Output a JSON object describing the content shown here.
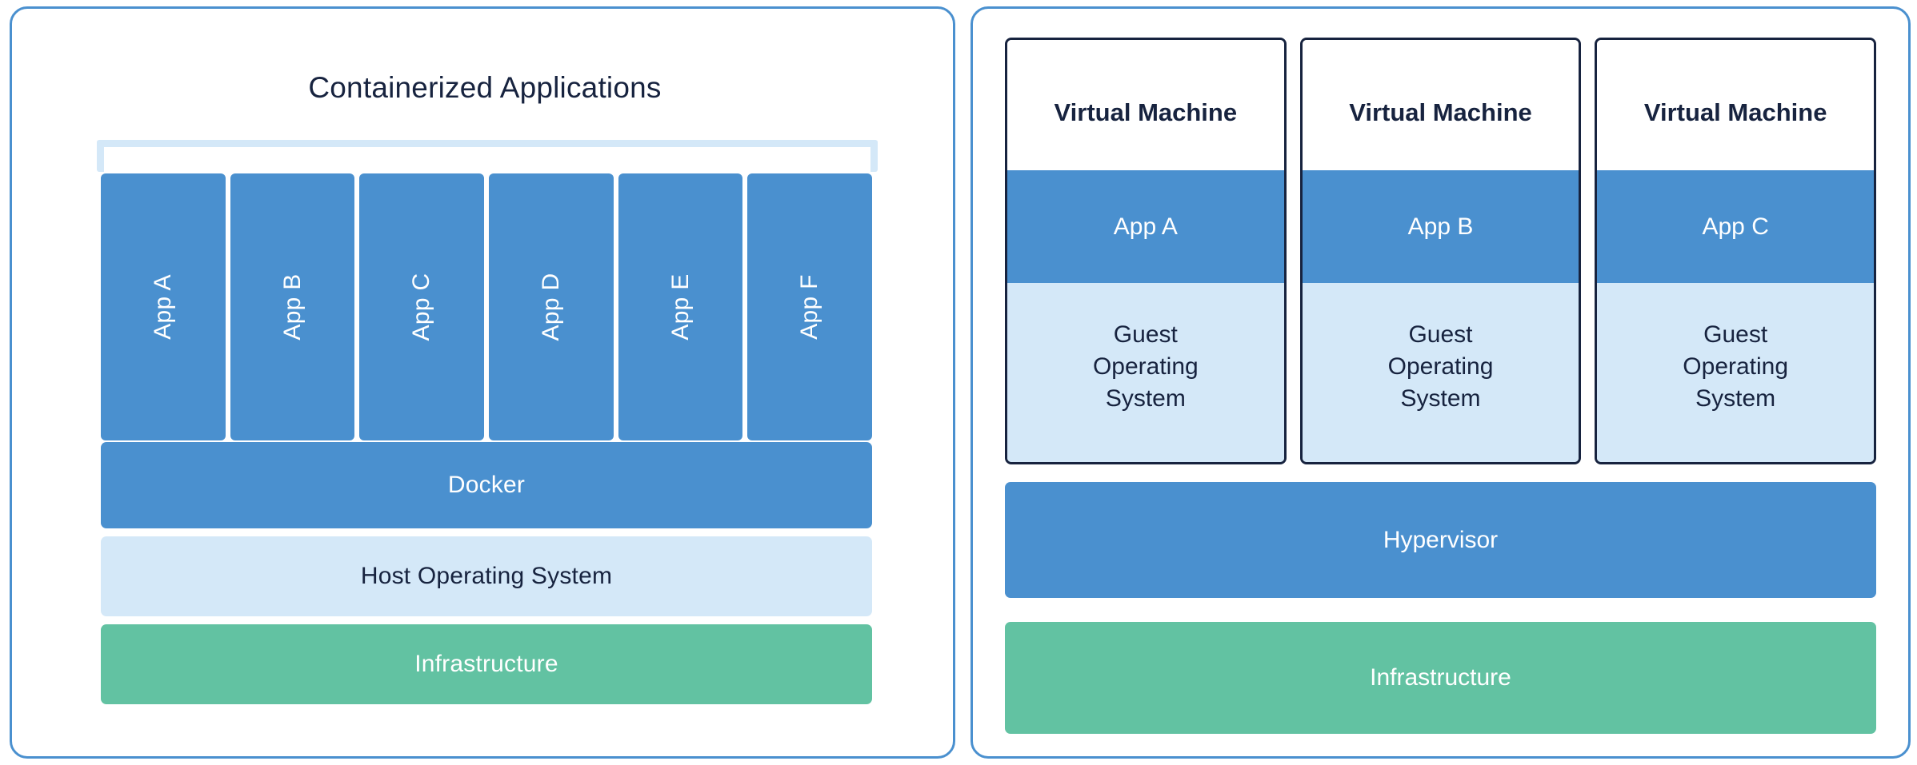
{
  "diagram": {
    "type": "comparison-diagram",
    "theme": {
      "accent_blue": "#4a90cf",
      "light_blue": "#d4e8f8",
      "green": "#62c2a2",
      "navy_text": "#17233f",
      "panel_border": "#4a90cf",
      "vm_border": "#17233f",
      "background": "#ffffff"
    }
  },
  "left_panel": {
    "title": "Containerized Applications",
    "apps": [
      {
        "label": "App A"
      },
      {
        "label": "App B"
      },
      {
        "label": "App C"
      },
      {
        "label": "App D"
      },
      {
        "label": "App E"
      },
      {
        "label": "App F"
      }
    ],
    "layers": [
      {
        "label": "Docker",
        "color": "#4a90cf",
        "text_color": "#ffffff"
      },
      {
        "label": "Host Operating System",
        "color": "#d4e8f8",
        "text_color": "#17233f"
      },
      {
        "label": "Infrastructure",
        "color": "#62c2a2",
        "text_color": "#ffffff"
      }
    ]
  },
  "right_panel": {
    "vms": [
      {
        "title": "Virtual Machine",
        "app": "App A",
        "guest_os": "Guest\nOperating\nSystem"
      },
      {
        "title": "Virtual Machine",
        "app": "App B",
        "guest_os": "Guest\nOperating\nSystem"
      },
      {
        "title": "Virtual Machine",
        "app": "App C",
        "guest_os": "Guest\nOperating\nSystem"
      }
    ],
    "layers": [
      {
        "label": "Hypervisor",
        "color": "#4a90cf",
        "text_color": "#ffffff"
      },
      {
        "label": "Infrastructure",
        "color": "#62c2a2",
        "text_color": "#ffffff"
      }
    ]
  }
}
